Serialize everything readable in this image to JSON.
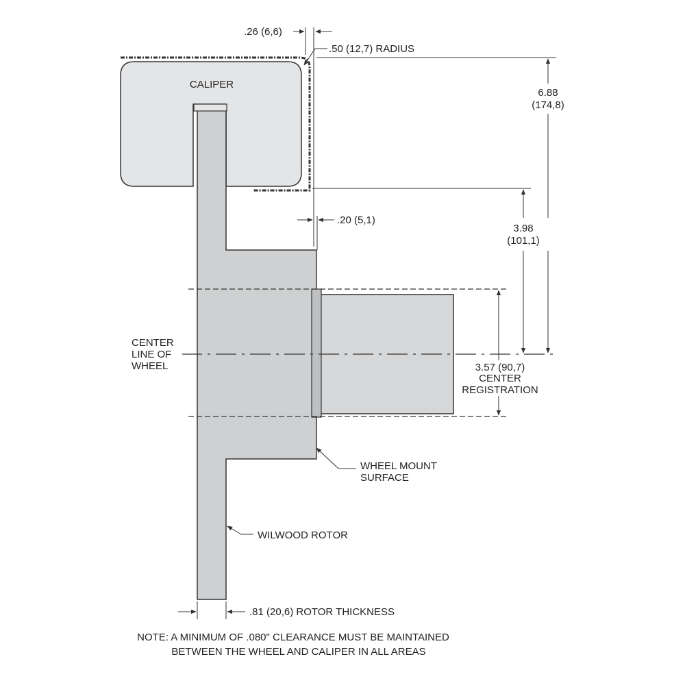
{
  "labels": {
    "caliper": "CALIPER",
    "dim_offset": ".26 (6,6)",
    "dim_radius": ".50 (12,7) RADIUS",
    "dim_total_line1": "6.88",
    "dim_total_line2": "(174,8)",
    "dim_clearance": ".20 (5,1)",
    "dim_height_line1": "3.98",
    "dim_height_line2": "(101,1)",
    "centerline_line1": "CENTER",
    "centerline_line2": "LINE OF",
    "centerline_line3": "WHEEL",
    "registration_line1": "3.57 (90,7)",
    "registration_line2": "CENTER",
    "registration_line3": "REGISTRATION",
    "mount_line1": "WHEEL MOUNT",
    "mount_line2": "SURFACE",
    "rotor": "WILWOOD ROTOR",
    "thickness": ".81 (20,6) ROTOR THICKNESS",
    "note_line1": "NOTE: A MINIMUM OF .080\" CLEARANCE MUST BE MAINTAINED",
    "note_line2": "BETWEEN THE WHEEL AND CALIPER IN ALL AREAS"
  },
  "colors": {
    "caliper_fill": "#e4e5e7",
    "rotor_fill": "#cfd0d2",
    "hub_fill": "#d6d7d9",
    "stroke": "#333333"
  }
}
